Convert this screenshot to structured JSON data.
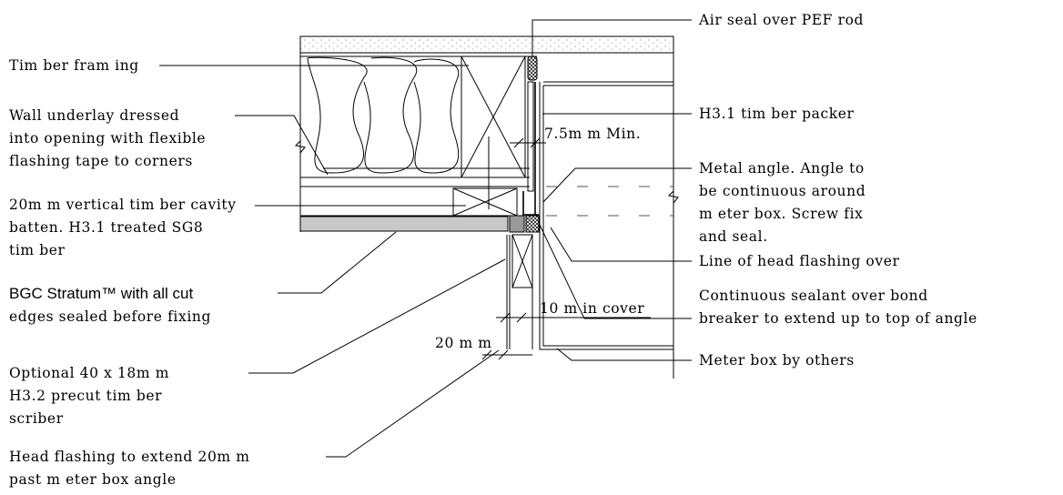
{
  "labels": {
    "timber_framing": "Tim ber fram ing",
    "wall_underlay": [
      "Wall underlay dressed",
      "into opening with flexible",
      "flashing tape to corners"
    ],
    "cavity_batten": [
      "20m m vertical tim ber cavity",
      "batten. H3.1 treated SG8",
      "tim ber"
    ],
    "bgc_stratum": [
      "BGC Stratum™ with all cut",
      "edges sealed before fixing"
    ],
    "optional_scriber": [
      "Optional 40 x 18m m",
      "H3.2 precut tim ber",
      "scriber"
    ],
    "head_flashing": [
      "Head flashing to extend 20m m",
      "past m eter box angle"
    ],
    "air_seal": "Air seal over PEF rod",
    "timber_packer": "H3.1 tim ber packer",
    "metal_angle": [
      "Metal angle. Angle to",
      "be continuous around",
      "m eter box. Screw fix",
      "and seal."
    ],
    "head_flashing_line": "Line of head flashing over",
    "continuous_sealant": [
      "Continuous sealant over bond",
      "breaker to extend up to top of angle"
    ],
    "meter_box": "Meter box by others"
  },
  "dimensions": {
    "min_gap": "7.5m m Min.",
    "min_cover": "10 m in cover",
    "flashing_width": "20 m m"
  },
  "colors": {
    "line": "#000000",
    "cladding_fill": "#c8c8c8",
    "screed_dots": "#666666"
  }
}
